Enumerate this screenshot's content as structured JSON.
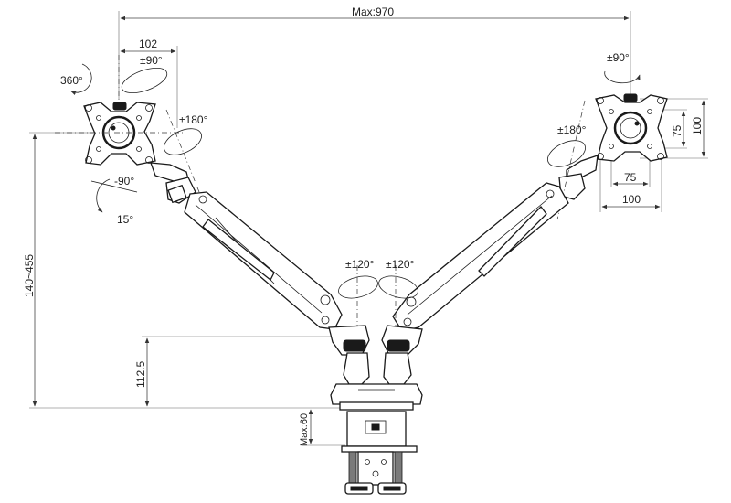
{
  "dimensions": {
    "max_reach": "Max:970",
    "left_offset": "102",
    "height_range": "140~455",
    "pole_height": "112.5",
    "desk_thickness": "Max:60",
    "vesa_small_h": "75",
    "vesa_large_h": "100",
    "vesa_small_v": "75",
    "vesa_large_v": "100"
  },
  "rotations": {
    "left_rotate": "360°",
    "left_tilt_up": "±90°",
    "left_swivel": "±180°",
    "left_tilt_down": "-90°",
    "left_tilt_min": "15°",
    "right_tilt": "±90°",
    "right_swivel": "±180°",
    "base_left": "±120°",
    "base_right": "±120°"
  }
}
